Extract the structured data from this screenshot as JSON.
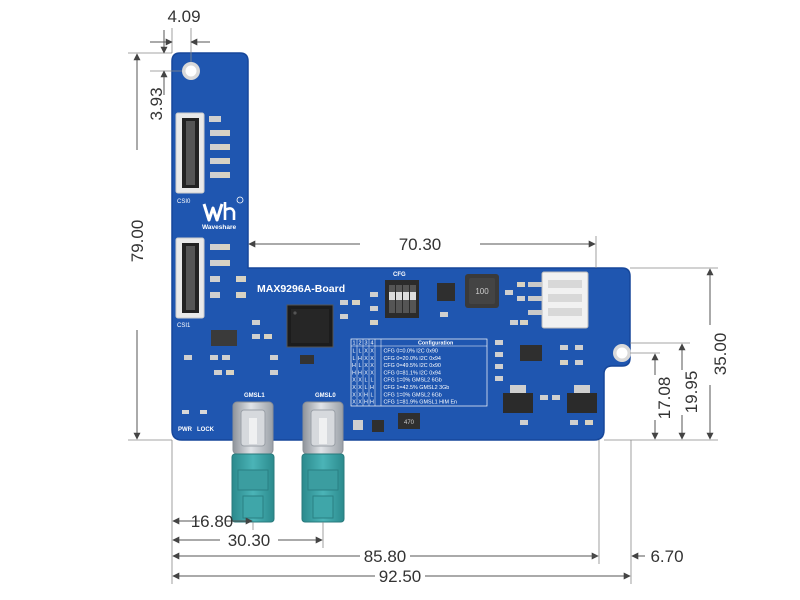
{
  "colors": {
    "pcb": "#1f56b0",
    "pcb_edge": "#17479a",
    "silkscreen": "#ffffff",
    "connector_metal": "#b8bcc2",
    "connector_teal": "#3aa3a6",
    "dimension_text": "#333333"
  },
  "board": {
    "name": "MAX9296A-Board",
    "brand": "Waveshare",
    "labels": {
      "csi0": "CSI0",
      "csi1": "CSI1",
      "cfg": "CFG",
      "gmsl0": "GMSL0",
      "gmsl1": "GMSL1",
      "pwr": "PWR",
      "lock": "LOCK",
      "inductor": "100",
      "ic_small": "470"
    },
    "config_table": {
      "headers": [
        "1",
        "2",
        "3",
        "4",
        "Configuration"
      ],
      "rows": [
        [
          "L",
          "L",
          "X",
          "X",
          "CFG 0=0.0% I2C 0x90"
        ],
        [
          "L",
          "H",
          "X",
          "X",
          "CFG 0=20.0% I2C 0x94"
        ],
        [
          "H",
          "L",
          "X",
          "X",
          "CFG 0=49.5% I2C 0x90"
        ],
        [
          "H",
          "H",
          "X",
          "X",
          "CFG 0=81.1% I2C 0x94"
        ],
        [
          "X",
          "X",
          "L",
          "L",
          "CFG 1=0%   GMSL2 6Gb"
        ],
        [
          "X",
          "X",
          "L",
          "H",
          "CFG 1=42.5% GMSL2 3Gb"
        ],
        [
          "X",
          "X",
          "H",
          "L",
          "CFG 1=0%   GMSL2 6Gb"
        ],
        [
          "X",
          "X",
          "H",
          "H",
          "CFG 1=81.9% GMSL1 HIM En"
        ]
      ]
    }
  },
  "dimensions": {
    "top_hole_x": "4.09",
    "top_hole_y": "3.93",
    "total_height": "79.00",
    "arm_width": "70.30",
    "arm_height": "35.00",
    "hole_y_inner": "17.08",
    "hole_y_outer": "19.95",
    "gmsl1_x": "16.80",
    "gmsl0_x": "30.30",
    "hole_x": "85.80",
    "edge_offset": "6.70",
    "total_width": "92.50"
  }
}
